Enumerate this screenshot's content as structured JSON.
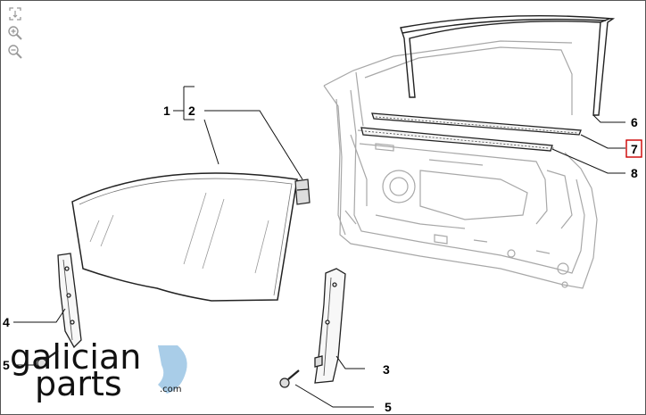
{
  "viewer": {
    "tools": [
      {
        "name": "fit-icon",
        "tooltip": "Fit"
      },
      {
        "name": "zoom-in-icon",
        "tooltip": "Zoom in"
      },
      {
        "name": "zoom-out-icon",
        "tooltip": "Zoom out"
      }
    ]
  },
  "callouts": {
    "c1": "1",
    "c2": "2",
    "c3": "3",
    "c4": "4",
    "c5a": "5",
    "c5b": "5",
    "c6": "6",
    "c7": "7",
    "c8": "8"
  },
  "highlight_color": "#cc0000",
  "logo": {
    "line1": "galician",
    "line2": "parts",
    "suffix": ".com",
    "accent_color": "#a9cde8"
  }
}
